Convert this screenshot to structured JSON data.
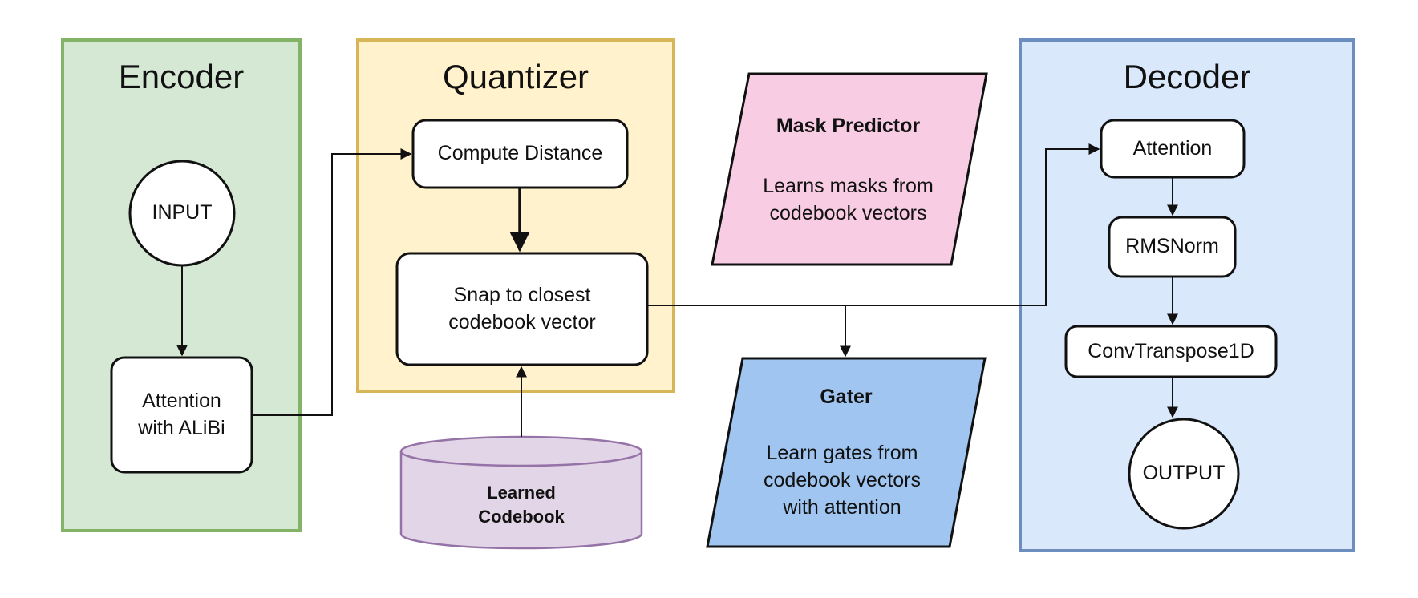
{
  "colors": {
    "encoder_fill": "#d5e8d4",
    "encoder_stroke": "#82b366",
    "quantizer_fill": "#fff2cc",
    "quantizer_stroke": "#d6b656",
    "decoder_fill": "#dae8fc",
    "decoder_stroke": "#6c8ebf",
    "mask_fill": "#f8cde3",
    "gater_fill": "#9fc5f0",
    "codebook_fill": "#e1d5e7",
    "codebook_stroke": "#9673a6"
  },
  "panels": {
    "encoder": "Encoder",
    "quantizer": "Quantizer",
    "decoder": "Decoder"
  },
  "nodes": {
    "input": "INPUT",
    "attention_alibi": "Attention\nwith ALiBi",
    "compute_distance": "Compute Distance",
    "snap": "Snap to closest\ncodebook vector",
    "codebook": "Learned\nCodebook",
    "mask_title": "Mask Predictor",
    "mask_body": "Learns masks from\ncodebook vectors",
    "gater_title": "Gater",
    "gater_body": "Learn gates from\ncodebook vectors\nwith attention",
    "dec_attention": "Attention",
    "rmsnorm": "RMSNorm",
    "convtranspose": "ConvTranspose1D",
    "output": "OUTPUT"
  }
}
